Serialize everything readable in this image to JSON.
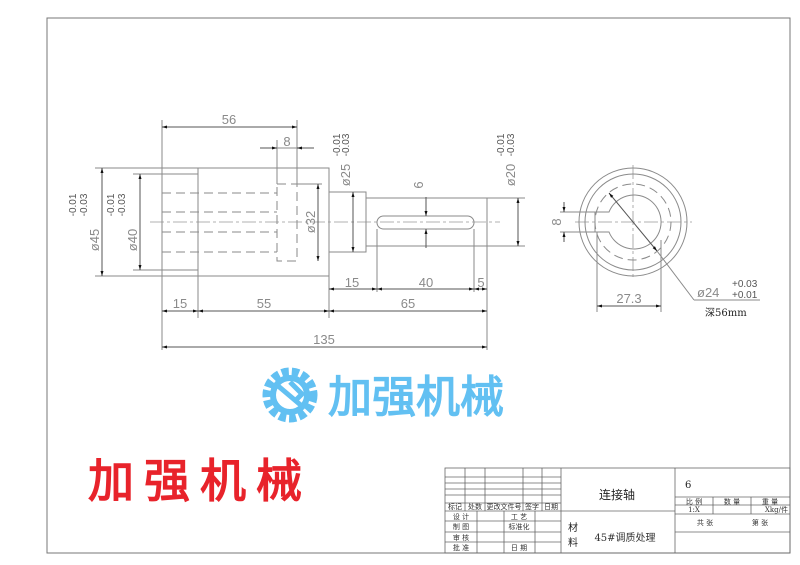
{
  "drawing": {
    "dims": {
      "d56": "56",
      "d8": "8",
      "d32": "ø32",
      "d25": "ø25",
      "d20": "ø20",
      "d45": "ø45",
      "d40": "ø40",
      "d6": "6",
      "tol_upper": "-0.01",
      "tol_lower": "-0.03",
      "b15a": "15",
      "b55": "55",
      "b65": "65",
      "b15b": "15",
      "b40": "40",
      "b5": "5",
      "b135": "135"
    },
    "side_view": {
      "key_width": "8",
      "depth_dim": "27.3",
      "bore": "ø24",
      "bore_tol_upper": "+0.03",
      "bore_tol_lower": "+0.01",
      "bore_depth": "深56mm"
    }
  },
  "watermark": {
    "text": "加强机械",
    "color": "#62c0f2"
  },
  "brand_text": {
    "text": "加强机械",
    "color": "#e8232b"
  },
  "title_block": {
    "part_name": "连接轴",
    "quantity_top": "6",
    "material_label_1": "材",
    "material_label_2": "料",
    "material": "45#调质处理",
    "rev_headers": [
      "标记",
      "处数",
      "更改文件号",
      "签字",
      "日期"
    ],
    "roles": [
      "设 计",
      "制 图",
      "审 核",
      "批 准"
    ],
    "roles2": [
      "工 艺",
      "标准化",
      "",
      "日 期"
    ],
    "scale_label": "比 例",
    "qty_label": "数 量",
    "weight_label": "重 量",
    "scale_value": "1:X",
    "weight_value": "Xkg/件",
    "sheets_total": "共 张",
    "sheet_no": "第 张"
  }
}
